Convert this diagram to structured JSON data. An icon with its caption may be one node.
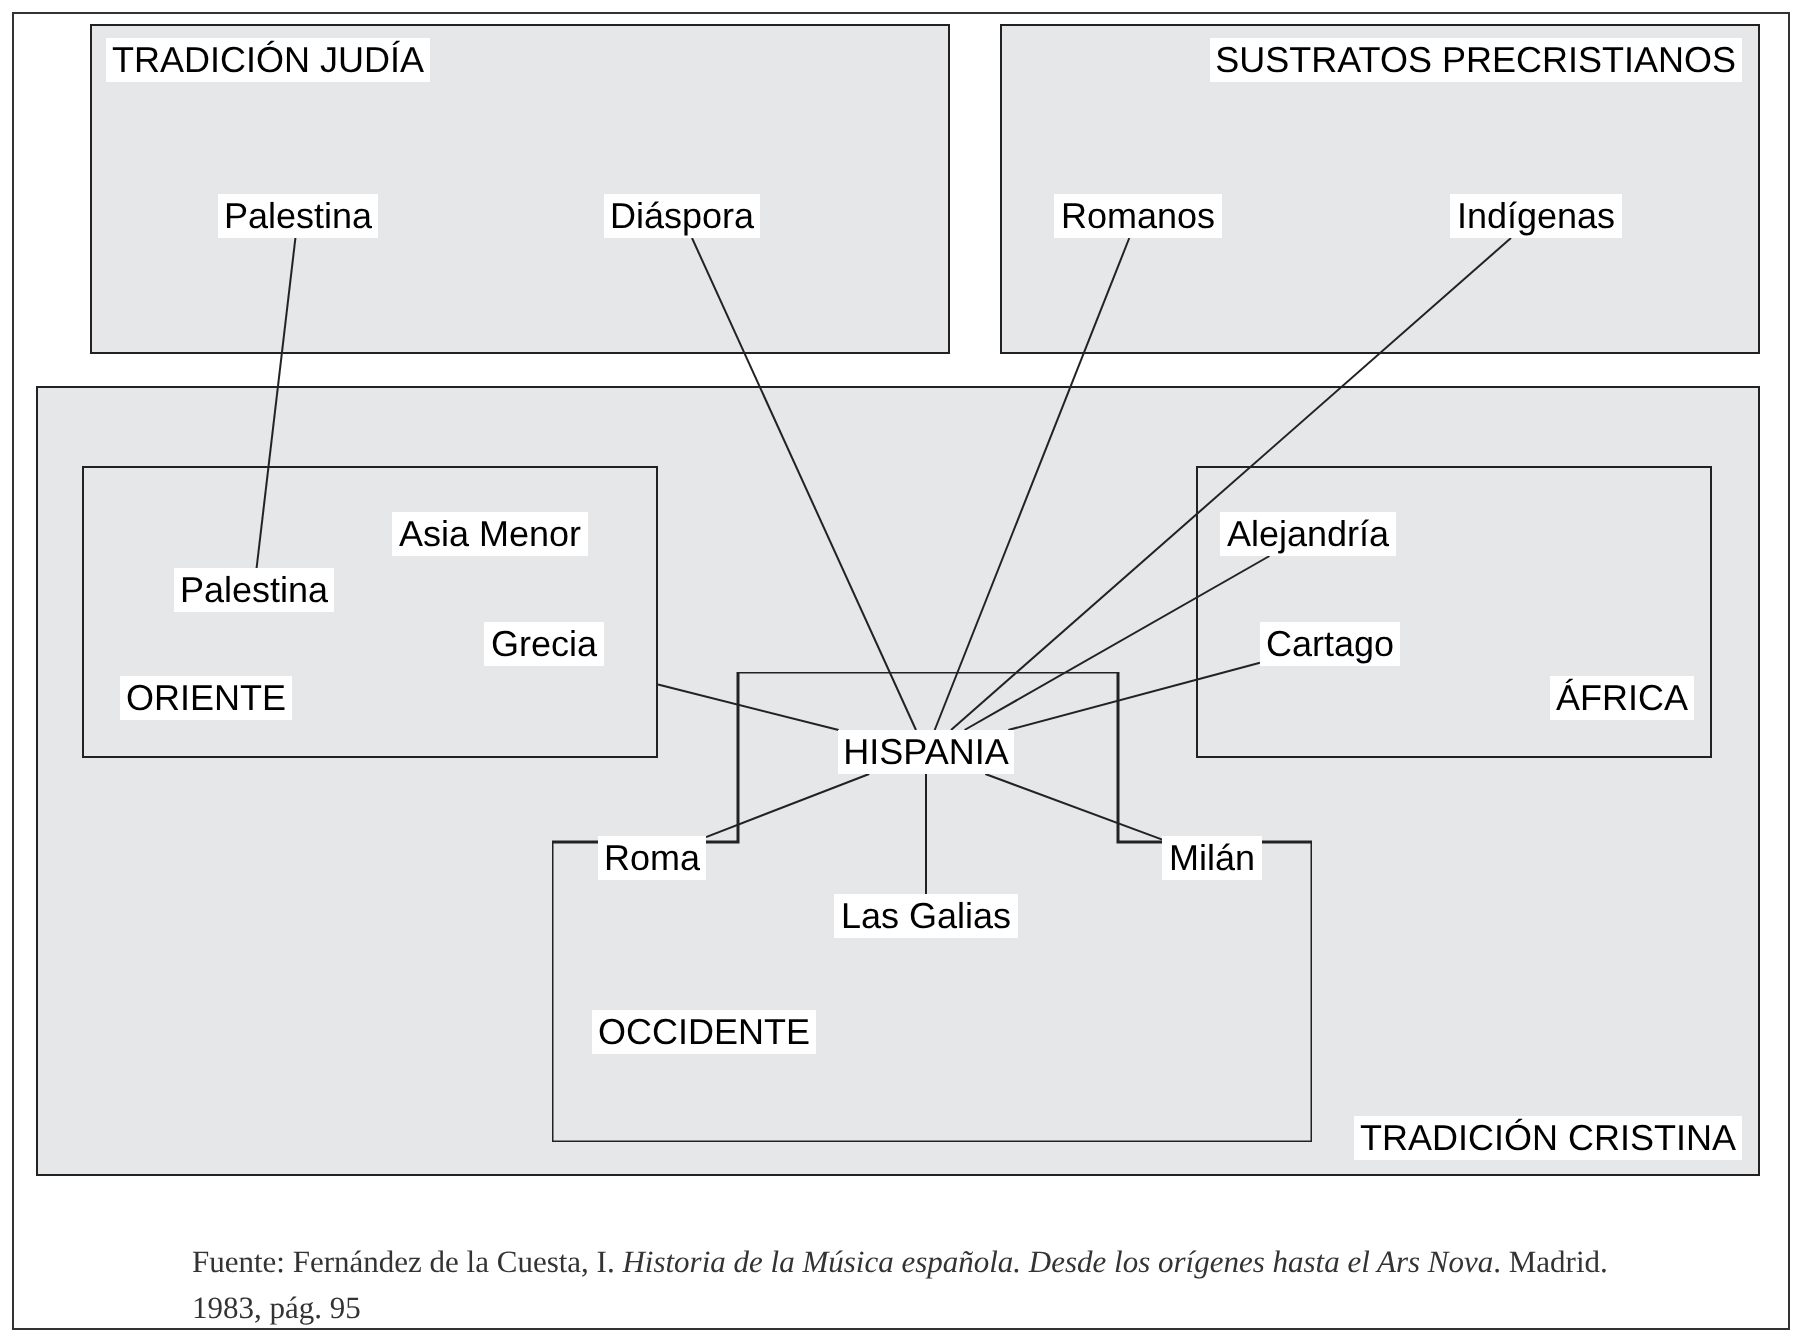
{
  "diagram": {
    "caption": "Fuente: Fernández de la Cuesta, I. *Historia de la Música española. Desde los orígenes hasta el Ars Nova*. Madrid. 1983, pág. 95",
    "nodes": [
      {
        "text": [],
        "shape": "box"
      },
      {
        "text": [
          "TRADICIÓN JUDÍA"
        ],
        "in": 0
      },
      {
        "text": [
          "Palestina"
        ],
        "in": 0
      },
      {
        "text": [
          "Diáspora"
        ],
        "in": 0
      },
      {
        "text": [],
        "shape": "box"
      },
      {
        "text": [
          "SUSTRATOS PRECRISTIANOS"
        ],
        "in": 4
      },
      {
        "text": [
          "Romanos"
        ],
        "in": 4
      },
      {
        "text": [
          "Indígenas"
        ],
        "in": 4
      },
      {
        "text": [],
        "shape": "box"
      },
      {
        "text": [],
        "shape": "box",
        "in": 8
      },
      {
        "text": [
          "Asia Menor"
        ],
        "in": 9
      },
      {
        "text": [
          "Palestina"
        ],
        "in": 9
      },
      {
        "text": [
          "Grecia"
        ],
        "in": 9
      },
      {
        "text": [
          "ORIENTE"
        ],
        "in": 9
      },
      {
        "text": [],
        "shape": "box",
        "in": 8
      },
      {
        "text": [
          "Alejandría"
        ],
        "in": 14
      },
      {
        "text": [
          "Cartago"
        ],
        "in": 14
      },
      {
        "text": [
          "ÁFRICA"
        ],
        "in": 14
      },
      {
        "text": [],
        "shape": "box",
        "in": 8
      },
      {
        "text": [
          "HISPANIA"
        ],
        "in": 18
      },
      {
        "text": [
          "Roma"
        ],
        "in": 18
      },
      {
        "text": [
          "Milán"
        ],
        "in": 18
      },
      {
        "text": [
          "Las Galias"
        ],
        "in": 18
      },
      {
        "text": [
          "OCCIDENTE"
        ],
        "in": 18
      },
      {
        "text": [
          "TRADICIÓN CRISTINA"
        ],
        "in": 8
      }
    ],
    "edges": [
      {
        "from": 2,
        "to": 11,
        "arrow": "none"
      },
      {
        "from": 3,
        "to": 19,
        "arrow": "none"
      },
      {
        "from": 6,
        "to": 19,
        "arrow": "none"
      },
      {
        "from": 7,
        "to": 19,
        "arrow": "none"
      },
      {
        "from": 15,
        "to": 19,
        "arrow": "none"
      },
      {
        "from": 16,
        "to": 19,
        "arrow": "none"
      },
      {
        "from": 9,
        "to": 19,
        "arrow": "none"
      },
      {
        "from": 19,
        "to": 20,
        "arrow": "none"
      },
      {
        "from": 19,
        "to": 22,
        "arrow": "none"
      },
      {
        "from": 19,
        "to": 21,
        "arrow": "none"
      }
    ]
  }
}
